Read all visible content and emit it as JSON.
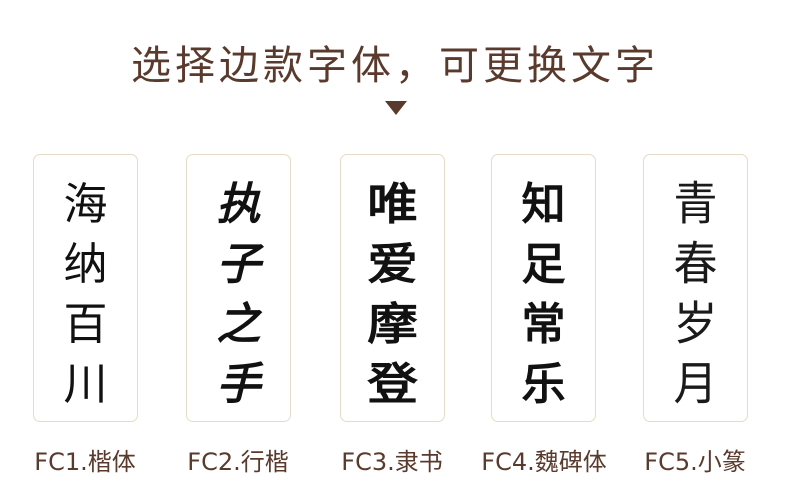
{
  "headline": "选择边款字体，可更换文字",
  "fonts": [
    {
      "chars": [
        "海",
        "纳",
        "百",
        "川"
      ],
      "caption": "FC1.楷体"
    },
    {
      "chars": [
        "执",
        "子",
        "之",
        "手"
      ],
      "caption": "FC2.行楷"
    },
    {
      "chars": [
        "唯",
        "爱",
        "摩",
        "登"
      ],
      "caption": "FC3.隶书"
    },
    {
      "chars": [
        "知",
        "足",
        "常",
        "乐"
      ],
      "caption": "FC4.魏碑体"
    },
    {
      "chars": [
        "青",
        "春",
        "岁",
        "月"
      ],
      "caption": "FC5.小篆"
    }
  ],
  "colors": {
    "heading": "#5a3a2c",
    "card_border": "#e4dcc6",
    "glyph": "#111111"
  },
  "icons": {
    "pointer": "triangle-down-icon"
  }
}
